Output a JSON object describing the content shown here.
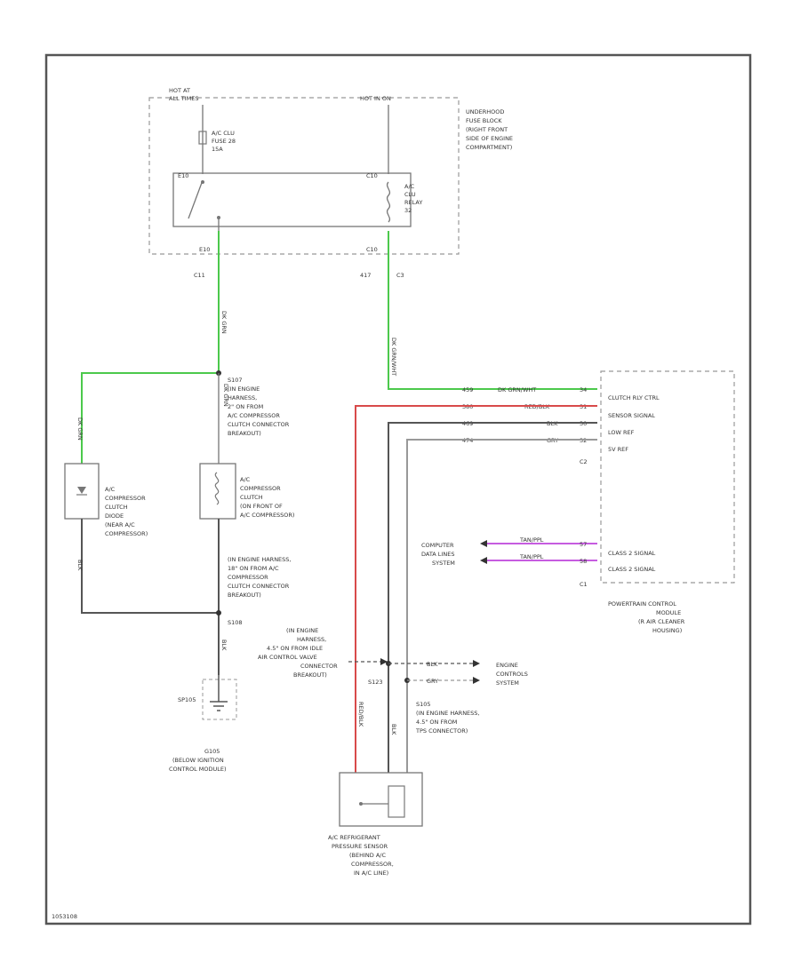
{
  "title_block": {
    "hot_at_all_times": [
      "HOT AT",
      "ALL TIMES"
    ],
    "hot_in_on": "HOT IN ON",
    "fuse_label": [
      "A/C CLU",
      "FUSE 28",
      "15A"
    ],
    "relay_label": [
      "A/C",
      "CLU",
      "RELAY",
      "32"
    ],
    "fuse_block_label": [
      "UNDERHOOD",
      "FUSE BLOCK",
      "(RIGHT FRONT",
      "SIDE OF ENGINE",
      "COMPARTMENT)"
    ]
  },
  "terminals": {
    "t1": "E10",
    "t2": "C10",
    "t3": "C10",
    "t4": "E10",
    "c11": "C11",
    "c3": "C3",
    "c2": "C2",
    "c1": "C1",
    "p417": "417",
    "s107": "S107"
  },
  "wires": {
    "dk_grn": "DK GRN",
    "dk_grn_wht": "DK GRN/WHT",
    "red_blk": "RED/BLK",
    "blk": "BLK",
    "gry": "GRY",
    "blk2": "BLK",
    "gry2": "GRY",
    "purple": "TAN/PPL"
  },
  "wire_numbers": [
    "459",
    "380",
    "469",
    "474"
  ],
  "pins": [
    "34",
    "31",
    "30",
    "32",
    "57",
    "58"
  ],
  "pcm": {
    "lines": [
      "CLUTCH RLY CTRL",
      "SENSOR SIGNAL",
      "LOW REF",
      "5V REF"
    ],
    "class2": [
      "CLASS 2 SIGNAL",
      "CLASS 2 SIGNAL"
    ],
    "name": [
      "POWERTRAIN CONTROL",
      "MODULE",
      "(R AIR CLEANER",
      "HOUSING)"
    ]
  },
  "splice_s107": [
    "S107",
    "(IN ENGINE",
    "HARNESS,",
    "2\" ON FROM",
    "A/C COMPRESSOR",
    "CLUTCH CONNECTOR",
    "BREAKOUT)"
  ],
  "diode": [
    "A/C",
    "COMPRESSOR",
    "CLUTCH",
    "DIODE",
    "(NEAR A/C",
    "COMPRESSOR)"
  ],
  "clutch": [
    "A/C",
    "COMPRESSOR",
    "CLUTCH",
    "(ON FRONT OF",
    "A/C COMPRESSOR)"
  ],
  "splice_s108": [
    "(IN ENGINE HARNESS,",
    "18\" ON FROM A/C",
    "COMPRESSOR",
    "CLUTCH CONNECTOR",
    "BREAKOUT)",
    "S108"
  ],
  "computer_data": [
    "COMPUTER",
    "DATA LINES",
    "SYSTEM"
  ],
  "splice_left": [
    "(IN ENGINE",
    "HARNESS,",
    "4.5\" ON FROM IDLE",
    "AIR CONTROL VALVE",
    "CONNECTOR",
    "BREAKOUT)"
  ],
  "engine_controls": [
    "ENGINE",
    "CONTROLS",
    "SYSTEM"
  ],
  "splice_s123": [
    "S123"
  ],
  "splice_s105": [
    "S105",
    "(IN ENGINE HARNESS,",
    "4.5\" ON FROM",
    "TPS CONNECTOR)"
  ],
  "ground": [
    "G105",
    "(BELOW IGNITION",
    "CONTROL MODULE)"
  ],
  "sp105": "SP105",
  "sensor": [
    "A/C REFRIGERANT",
    "PRESSURE SENSOR",
    "(BEHIND A/C",
    "COMPRESSOR,",
    "IN A/C LINE)"
  ],
  "footer_code": "1053108",
  "colors": {
    "green": "#4cc94c",
    "red": "#d84a4a",
    "purple": "#c65ce0",
    "black": "#555555",
    "gray": "#999999"
  }
}
